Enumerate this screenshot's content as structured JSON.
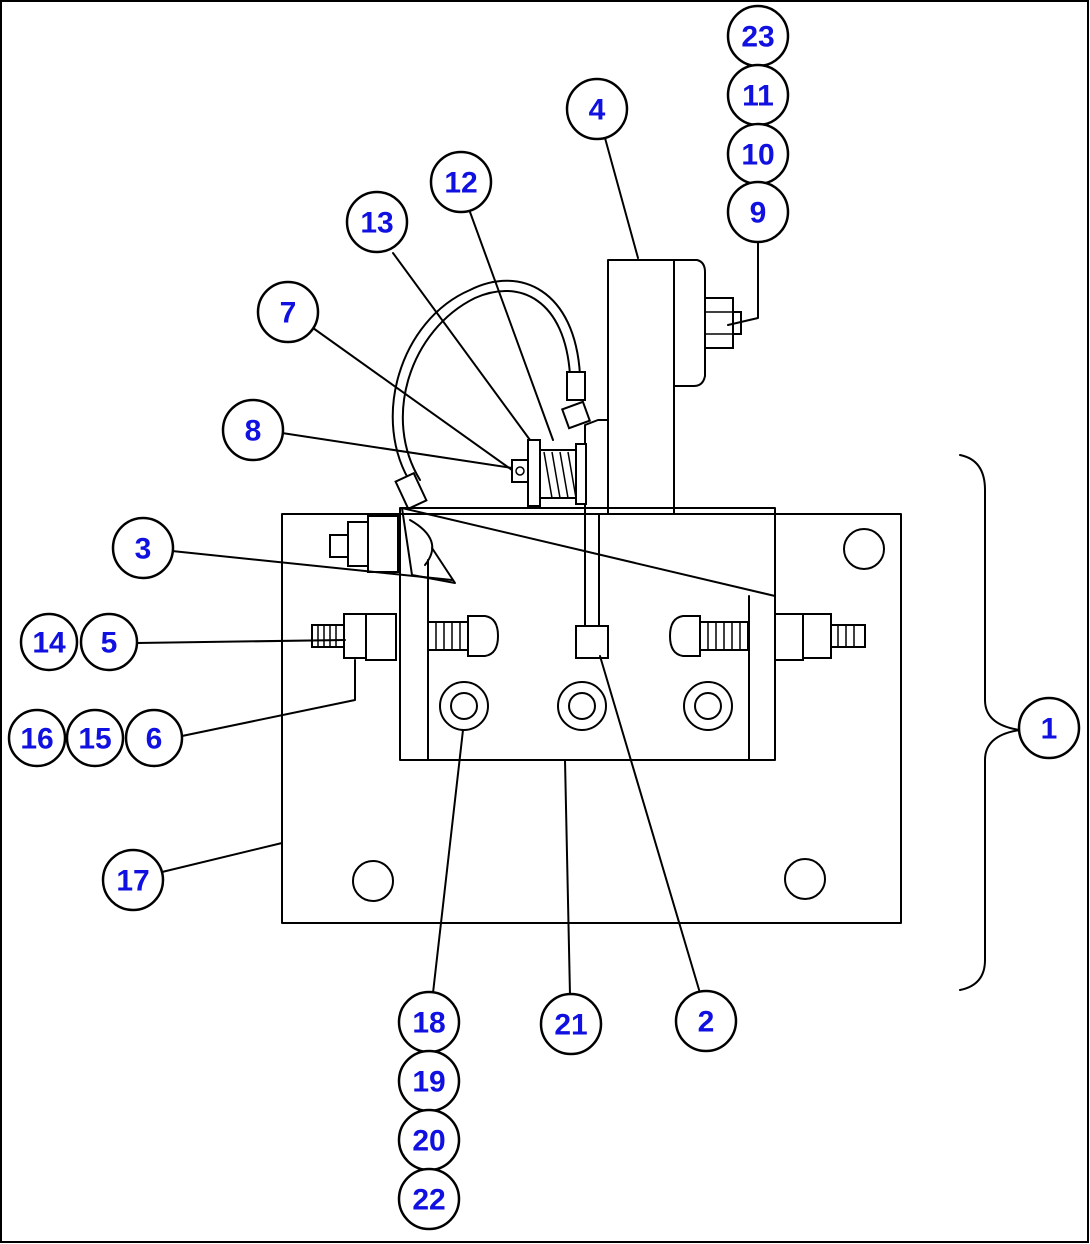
{
  "balloons": [
    {
      "id": "b23",
      "label": "23"
    },
    {
      "id": "b11",
      "label": "11"
    },
    {
      "id": "b10",
      "label": "10"
    },
    {
      "id": "b9",
      "label": "9"
    },
    {
      "id": "b4",
      "label": "4"
    },
    {
      "id": "b12",
      "label": "12"
    },
    {
      "id": "b13",
      "label": "13"
    },
    {
      "id": "b7",
      "label": "7"
    },
    {
      "id": "b8",
      "label": "8"
    },
    {
      "id": "b3",
      "label": "3"
    },
    {
      "id": "b14",
      "label": "14"
    },
    {
      "id": "b5",
      "label": "5"
    },
    {
      "id": "b16",
      "label": "16"
    },
    {
      "id": "b15",
      "label": "15"
    },
    {
      "id": "b6",
      "label": "6"
    },
    {
      "id": "b1",
      "label": "1"
    },
    {
      "id": "b17",
      "label": "17"
    },
    {
      "id": "b18",
      "label": "18"
    },
    {
      "id": "b19",
      "label": "19"
    },
    {
      "id": "b20",
      "label": "20"
    },
    {
      "id": "b22",
      "label": "22"
    },
    {
      "id": "b21",
      "label": "21"
    },
    {
      "id": "b2",
      "label": "2"
    }
  ],
  "colors": {
    "balloon_text": "#1010e0",
    "line": "#000000",
    "background": "#ffffff"
  }
}
